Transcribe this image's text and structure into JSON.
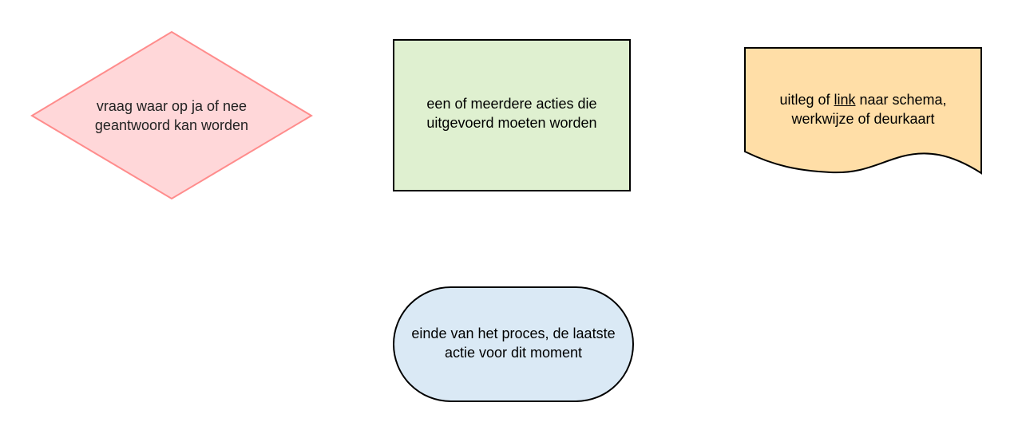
{
  "shapes": {
    "decision": {
      "line1": "vraag waar op ja of nee",
      "line2": "geantwoord kan worden",
      "fill": "#ffd7d9",
      "stroke": "#ff8c8c"
    },
    "process": {
      "line1": "een of meerdere acties die",
      "line2": "uitgevoerd moeten worden",
      "fill": "#dff0d0",
      "stroke": "#000000"
    },
    "document": {
      "pre": "uitleg of ",
      "link": "link",
      "post": " naar schema,",
      "line2": "werkwijze of deurkaart",
      "fill": "#ffdea7",
      "stroke": "#000000"
    },
    "terminator": {
      "line1": "einde van het proces, de laatste",
      "line2": "actie voor dit moment",
      "fill": "#dae9f5",
      "stroke": "#000000"
    }
  }
}
